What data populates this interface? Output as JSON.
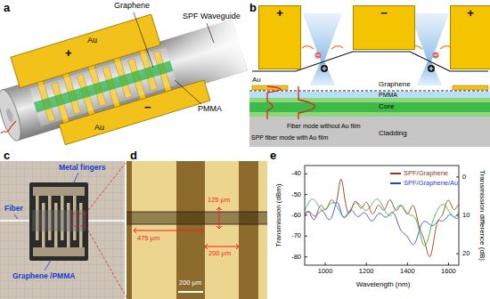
{
  "diagram": {
    "nodes": [
      {
        "text": [
          "+"
        ]
      },
      {
        "text": [
          "−"
        ]
      },
      {
        "text": [
          "+"
        ]
      }
    ],
    "labels": [
      "a",
      "+",
      "−",
      "Graphene",
      "SPF Waveguide",
      "Au",
      "Au",
      "PMMA",
      "b",
      "Au",
      "Graphene",
      "PMMA",
      "Core",
      "Cladding",
      "SPP fiber mode with Au film",
      "Fiber mode without Au film",
      "c",
      "Metal fingers",
      "Fiber",
      "Graphene /PMMA",
      "d",
      "125 μm",
      "475 μm",
      "200 μm",
      "200 μm",
      "e",
      "Transmission (dBm)",
      "Wavelength (nm)",
      "Transmission difference (dB)",
      "1000",
      "1200",
      "1400",
      "1600",
      "-80",
      "-70",
      "-60",
      "-50",
      "-40",
      "0",
      "10",
      "20"
    ],
    "legend": [
      {
        "text": "SPF/Graphene",
        "color": "#8b3a1a"
      },
      {
        "text": "SPF/Graphene/Au",
        "color": "#2b3fd6"
      }
    ]
  }
}
